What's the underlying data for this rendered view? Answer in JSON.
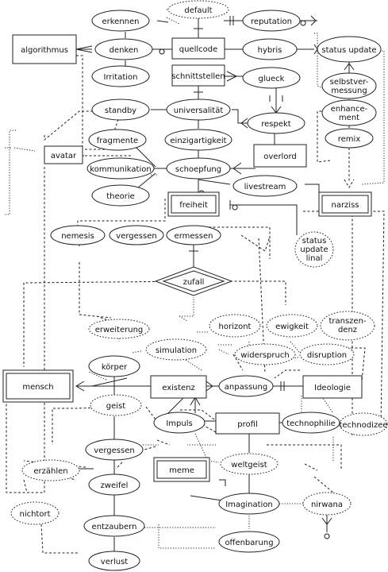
{
  "entities": {
    "algorithmus": "algorithmus",
    "quellcode": "quellcode",
    "schnittstellen": "schnittstellen",
    "overlord": "overlord",
    "avatar": "avatar",
    "freiheit": "freiheit",
    "narziss": "narziss",
    "mensch": "mensch",
    "existenz": "existenz",
    "ideologie": "Ideologie",
    "profil": "profil",
    "meme": "meme"
  },
  "relationships": {
    "zufall": "zufall"
  },
  "attributes": {
    "default": "default",
    "erkennen": "erkennen",
    "denken": "denken",
    "irritation": "Irritation",
    "reputation": "reputation",
    "hybris": "hybris",
    "status_update": "status update",
    "glueck": "glueck",
    "selbstvermessung_1": "selbstver-",
    "selbstvermessung_2": "messung",
    "enhancement_1": "enhance-",
    "enhancement_2": "ment",
    "remix": "remix",
    "standby": "standby",
    "universalitaet": "universalität",
    "respekt": "respekt",
    "fragmente": "fragmente",
    "einzigartigkeit": "einzigartigkeit",
    "kommunikation": "kommunikation",
    "schoepfung": "schoepfung",
    "theorie": "theorie",
    "livestream": "livestream",
    "nemesis": "nemesis",
    "vergessen_top": "vergessen",
    "ermessen": "ermessen",
    "status_update_final_1": "status",
    "status_update_final_2": "update",
    "status_update_final_3": "linal",
    "erweiterung": "erweiterung",
    "horizont": "horizont",
    "ewigkeit": "ewigkeit",
    "transzendenz_1": "transzen-",
    "transzendenz_2": "denz",
    "simulation": "simulation",
    "widerspruch": "widerspruch",
    "disruption": "disruption",
    "koerper": "körper",
    "anpassung": "anpassung",
    "geist": "geist",
    "impuls": "Impuls",
    "technophilie": "technophilie",
    "technodizee": "technodizee",
    "vergessen_bottom": "vergessen",
    "erzaehlen": "erzählen",
    "weltgeist": "weltgeist",
    "zweifel": "zweifel",
    "nichtort": "nichtort",
    "imagination": "Imagination",
    "nirwana": "nirwana",
    "entzaubern": "entzaubern",
    "offenbarung": "offenbarung",
    "verlust": "verlust"
  }
}
